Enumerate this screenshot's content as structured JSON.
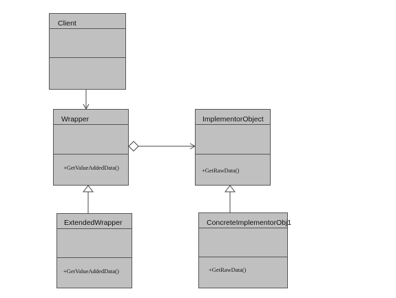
{
  "diagram": {
    "classes": [
      {
        "id": "client",
        "name": "Client",
        "attributes": [],
        "operations": []
      },
      {
        "id": "wrapper",
        "name": "Wrapper",
        "attributes": [],
        "operations": [
          "+GetValueAddedData()"
        ]
      },
      {
        "id": "implementor",
        "name": "ImplementorObject",
        "attributes": [],
        "operations": [
          "+GetRawData()"
        ]
      },
      {
        "id": "extended",
        "name": "ExtendedWrapper",
        "attributes": [],
        "operations": [
          "+GetValueAddedData()"
        ]
      },
      {
        "id": "concrete",
        "name": "ConcreteImplementorObj1",
        "attributes": [],
        "operations": [
          "+GetRawData()"
        ]
      }
    ],
    "relations": [
      {
        "type": "association",
        "from": "Client",
        "to": "Wrapper"
      },
      {
        "type": "aggregation",
        "from": "Wrapper",
        "to": "ImplementorObject"
      },
      {
        "type": "generalization",
        "from": "ExtendedWrapper",
        "to": "Wrapper"
      },
      {
        "type": "generalization",
        "from": "ConcreteImplementorObj1",
        "to": "ImplementorObject"
      }
    ],
    "colors": {
      "box_fill": "#c0c0c0",
      "border": "#555555",
      "line": "#444444"
    }
  }
}
